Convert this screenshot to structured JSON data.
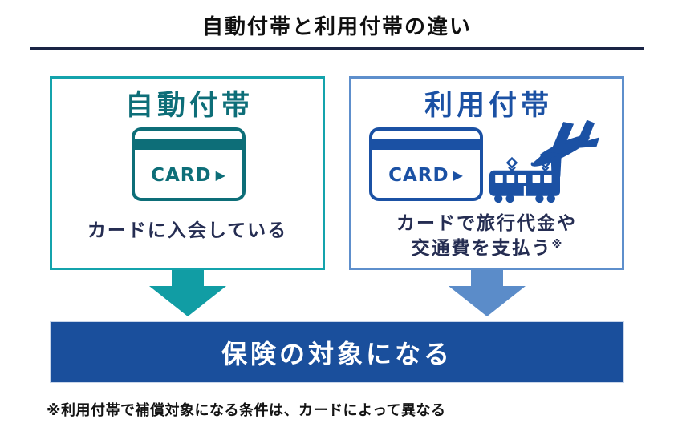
{
  "colors": {
    "teal_border": "#14A3AC",
    "teal_dark": "#0D6E78",
    "teal_arrow": "#119DA4",
    "blue_border": "#5E8FCC",
    "blue_arrow": "#5B8CC9",
    "blue_dark": "#1B51A4",
    "banner_bg": "#1A4F9C",
    "navy_text": "#252D52",
    "rule_navy": "#1A2445"
  },
  "header": {
    "title": "自動付帯と利用付帯の違い"
  },
  "left_box": {
    "title": "自動付帯",
    "card": {
      "label": "CARD",
      "arrow_glyph": "▶"
    },
    "caption": "カードに入会している"
  },
  "right_box": {
    "title": "利用付帯",
    "card": {
      "label": "CARD",
      "arrow_glyph": "▶"
    },
    "caption_line1": "カードで旅行代金や",
    "caption_line2": "交通費を支払う",
    "footnote_mark": "※"
  },
  "banner": {
    "label": "保険の対象になる"
  },
  "footnote": {
    "text": "※利用付帯で補償対象になる条件は、カードによって異なる"
  }
}
